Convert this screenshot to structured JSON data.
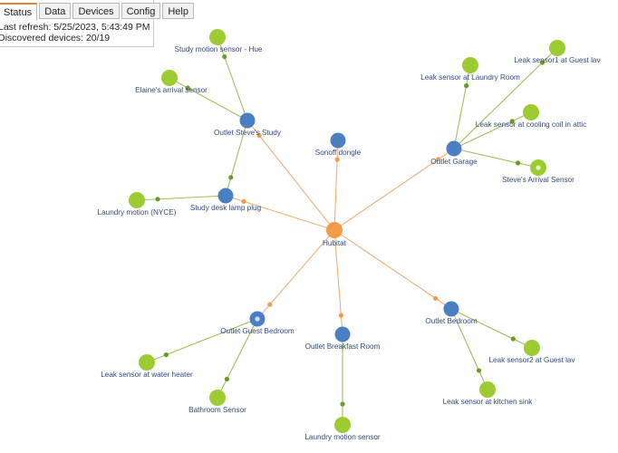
{
  "tabs": [
    {
      "label": "Status",
      "active": true
    },
    {
      "label": "Data",
      "active": false
    },
    {
      "label": "Devices",
      "active": false
    },
    {
      "label": "Config",
      "active": false
    },
    {
      "label": "Help",
      "active": false
    }
  ],
  "status": {
    "last_refresh": "Last refresh: 5/25/2023, 5:43:49 PM",
    "discovered_devices": "Discovered devices: 20/19"
  },
  "colors": {
    "hub": "#f59a4a",
    "router": "#4a7fc1",
    "end_device": "#9ccc32",
    "hub_link": "#f0b07a",
    "device_link": "#9ebf5a",
    "label": "#2f4a77"
  },
  "nodes": [
    {
      "id": "hubitat",
      "label": "Hubitat",
      "type": "hub"
    },
    {
      "id": "outlet-steves-study",
      "label": "Outlet Steve's Study",
      "type": "router"
    },
    {
      "id": "sonoff-dongle",
      "label": "Sonoff dongle",
      "type": "router"
    },
    {
      "id": "outlet-garage",
      "label": "Outlet Garage",
      "type": "router"
    },
    {
      "id": "study-desk-lamp-plug",
      "label": "Study desk lamp plug",
      "type": "router"
    },
    {
      "id": "outlet-guest-bedroom",
      "label": "Outlet Guest Bedroom",
      "type": "router"
    },
    {
      "id": "outlet-breakfast-room",
      "label": "Outlet Breakfast Room",
      "type": "router"
    },
    {
      "id": "outlet-bedroom",
      "label": "Outlet Bedroom",
      "type": "router"
    },
    {
      "id": "study-motion-sensor-hue",
      "label": "Study motion sensor - Hue",
      "type": "end"
    },
    {
      "id": "elaines-arrival-sensor",
      "label": "Elaine's arrival sensor",
      "type": "end"
    },
    {
      "id": "laundry-motion-nyce",
      "label": "Laundry motion (NYCE)",
      "type": "end"
    },
    {
      "id": "leak-sensor-laundry-room",
      "label": "Leak sensor at Laundry Room",
      "type": "end"
    },
    {
      "id": "leak-sensor1-guest-lav",
      "label": "Leak sensor1 at Guest lav",
      "type": "end"
    },
    {
      "id": "leak-sensor-cooling-coil",
      "label": "Leak sensor at cooling coil in attic",
      "type": "end"
    },
    {
      "id": "steves-arrival-sensor",
      "label": "Steve's Arrival Sensor",
      "type": "end"
    },
    {
      "id": "leak-sensor-water-heater",
      "label": "Leak sensor at water heater",
      "type": "end"
    },
    {
      "id": "bathroom-sensor",
      "label": "Bathroom Sensor",
      "type": "end"
    },
    {
      "id": "laundry-motion-sensor",
      "label": "Laundry motion sensor",
      "type": "end"
    },
    {
      "id": "leak-sensor2-guest-lav",
      "label": "Leak sensor2 at Guest lav",
      "type": "end"
    },
    {
      "id": "leak-sensor-kitchen-sink",
      "label": "Leak sensor at kitchen sink",
      "type": "end"
    }
  ],
  "links": [
    {
      "source": "hubitat",
      "target": "outlet-steves-study"
    },
    {
      "source": "hubitat",
      "target": "sonoff-dongle"
    },
    {
      "source": "hubitat",
      "target": "outlet-garage"
    },
    {
      "source": "hubitat",
      "target": "study-desk-lamp-plug"
    },
    {
      "source": "hubitat",
      "target": "outlet-guest-bedroom"
    },
    {
      "source": "hubitat",
      "target": "outlet-breakfast-room"
    },
    {
      "source": "hubitat",
      "target": "outlet-bedroom"
    },
    {
      "source": "outlet-steves-study",
      "target": "study-motion-sensor-hue"
    },
    {
      "source": "outlet-steves-study",
      "target": "elaines-arrival-sensor"
    },
    {
      "source": "outlet-steves-study",
      "target": "study-desk-lamp-plug"
    },
    {
      "source": "study-desk-lamp-plug",
      "target": "laundry-motion-nyce"
    },
    {
      "source": "outlet-garage",
      "target": "leak-sensor-laundry-room"
    },
    {
      "source": "outlet-garage",
      "target": "leak-sensor1-guest-lav"
    },
    {
      "source": "outlet-garage",
      "target": "leak-sensor-cooling-coil"
    },
    {
      "source": "outlet-garage",
      "target": "steves-arrival-sensor"
    },
    {
      "source": "outlet-guest-bedroom",
      "target": "leak-sensor-water-heater"
    },
    {
      "source": "outlet-guest-bedroom",
      "target": "bathroom-sensor"
    },
    {
      "source": "outlet-breakfast-room",
      "target": "laundry-motion-sensor"
    },
    {
      "source": "outlet-bedroom",
      "target": "leak-sensor2-guest-lav"
    },
    {
      "source": "outlet-bedroom",
      "target": "leak-sensor-kitchen-sink"
    }
  ]
}
